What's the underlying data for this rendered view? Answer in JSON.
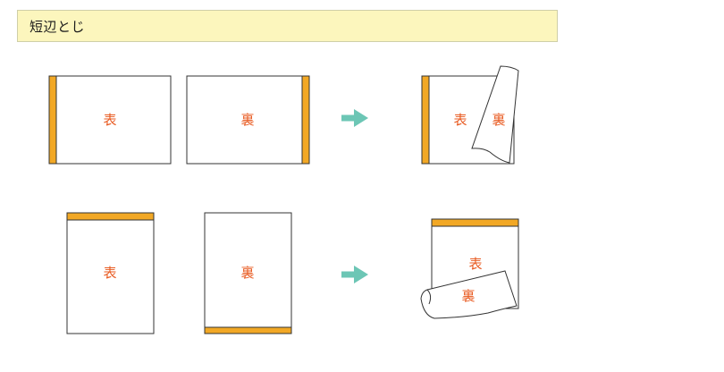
{
  "header": {
    "title": "短辺とじ"
  },
  "labels": {
    "front": "表",
    "back": "裏"
  },
  "colors": {
    "binding": "#f2a825",
    "arrow": "#6cc6b5",
    "label": "#e8591f",
    "header_bg": "#fcf6bd"
  }
}
